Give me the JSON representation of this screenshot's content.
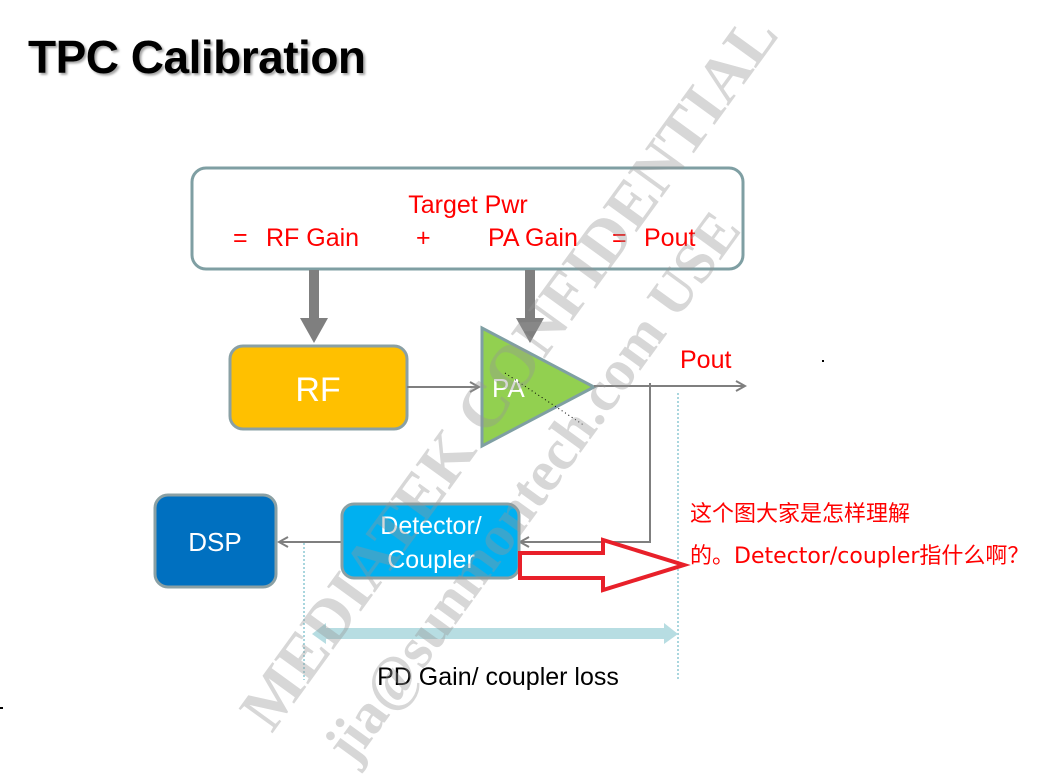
{
  "slide": {
    "title": "TPC Calibration"
  },
  "formula_box": {
    "line1": "Target Pwr",
    "line2_parts": [
      "=",
      "RF Gain",
      "+",
      "PA Gain",
      "=",
      "Pout"
    ]
  },
  "blocks": {
    "rf": "RF",
    "pa": "PA",
    "dsp": "DSP",
    "detector_line1": "Detector/",
    "detector_line2": "Coupler"
  },
  "labels": {
    "pout": "Pout",
    "range": "PD Gain/ coupler loss"
  },
  "annotation": {
    "line1": "这个图大家是怎样理解",
    "line2": "的。Detector/coupler指什么啊？"
  },
  "watermark": {
    "line1": "MEDIATEK CONFIDENTIAL",
    "line2": "jia@sunmontech.com USE"
  },
  "colors": {
    "rf_fill": "#ffc000",
    "pa_fill": "#92d050",
    "dsp_fill": "#0070c0",
    "detector_fill": "#00b0f0",
    "box_border": "#7f9fa3",
    "arrow_gray": "#7f7f7f",
    "formula_text": "#ff0000",
    "range_arrow": "#b7dde2",
    "callout_red": "#e8202a"
  }
}
